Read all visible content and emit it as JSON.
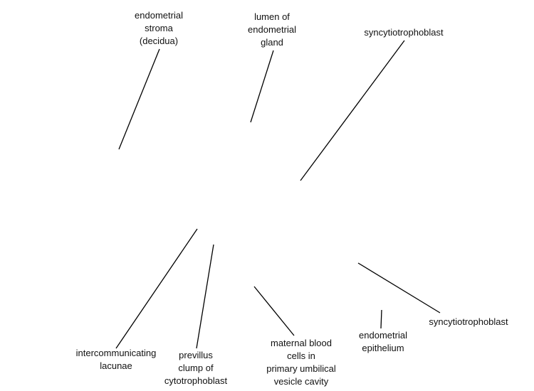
{
  "labels": {
    "endometrial_stroma": [
      "endometrial",
      "stroma",
      "(decidua)"
    ],
    "lumen_gland": [
      "lumen of",
      "endometrial",
      "gland"
    ],
    "syncytiotrophoblast_top": [
      "syncytiotrophoblast"
    ],
    "intercommunicating_lacunae": [
      "intercommunicating",
      "lacunae"
    ],
    "previllus_clump": [
      "previllus",
      "clump of",
      "cytotrophoblast"
    ],
    "maternal_blood": [
      "maternal blood",
      "cells in",
      "primary umbilical",
      "vesicle cavity"
    ],
    "endometrial_epithelium": [
      "endometrial",
      "epithelium"
    ],
    "syncytiotrophoblast_right": [
      "syncytiotrophoblast"
    ]
  },
  "colors": {
    "line": "#000000",
    "text": "#111111",
    "background": "#ffffff"
  }
}
